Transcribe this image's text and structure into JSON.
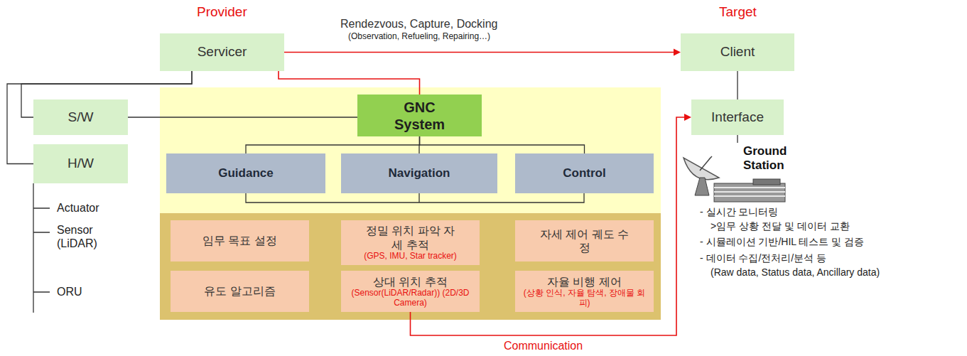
{
  "diagram": {
    "nodes": [
      {
        "text": [
          "Servicer"
        ]
      },
      {
        "text": [
          "Client"
        ]
      },
      {
        "text": [
          "S/W"
        ]
      },
      {
        "text": [
          "H/W"
        ]
      },
      {
        "text": [
          "GNC System"
        ]
      },
      {
        "text": [
          "Interface"
        ]
      },
      {
        "text": [
          "Guidance"
        ]
      },
      {
        "text": [
          "Navigation"
        ]
      },
      {
        "text": [
          "Control"
        ]
      },
      {
        "text": [
          "임무 목표 설정"
        ]
      },
      {
        "text": [
          "정밀 위치 파악 자세 추적",
          "(GPS, IMU, Star tracker)"
        ]
      },
      {
        "text": [
          "자세 제어 궤도 수정"
        ]
      },
      {
        "text": [
          "유도 알고리즘"
        ]
      },
      {
        "text": [
          "상대 위치 추적",
          "(Sensor(LiDAR/Radar)) (2D/3D Camera)"
        ]
      },
      {
        "text": [
          "자율 비행 제어",
          "(상황 인식, 자율 탐색, 장애물 회피)"
        ]
      }
    ],
    "edges": [
      {
        "from": 0,
        "to": 1,
        "arrow": "to",
        "label": "Rendezvous, Capture, Docking"
      },
      {
        "from": 0,
        "to": 2,
        "arrow": "none"
      },
      {
        "from": 0,
        "to": 3,
        "arrow": "none"
      },
      {
        "from": 2,
        "to": 4,
        "arrow": "none"
      },
      {
        "from": 0,
        "to": 4,
        "arrow": "none"
      },
      {
        "from": 4,
        "to": 6,
        "arrow": "none"
      },
      {
        "from": 4,
        "to": 7,
        "arrow": "none"
      },
      {
        "from": 4,
        "to": 8,
        "arrow": "none"
      },
      {
        "from": 1,
        "to": 5,
        "arrow": "none"
      },
      {
        "from": 13,
        "to": 5,
        "arrow": "to",
        "label": "Communication"
      }
    ],
    "labels": [
      "Provider",
      "Target",
      "(Observation, Refueling, Repairing…)",
      "Actuator",
      "Sensor (LiDAR)",
      "ORU",
      "Ground Station",
      "- 실시간 모니터링",
      ">임무 상황 전달 및 데이터 교환",
      "- 시뮬레이션 기반/HIL 테스트 및 검증",
      "- 데이터 수집/전처리/분석 등",
      "(Raw data, Status data, Ancillary data)"
    ]
  }
}
